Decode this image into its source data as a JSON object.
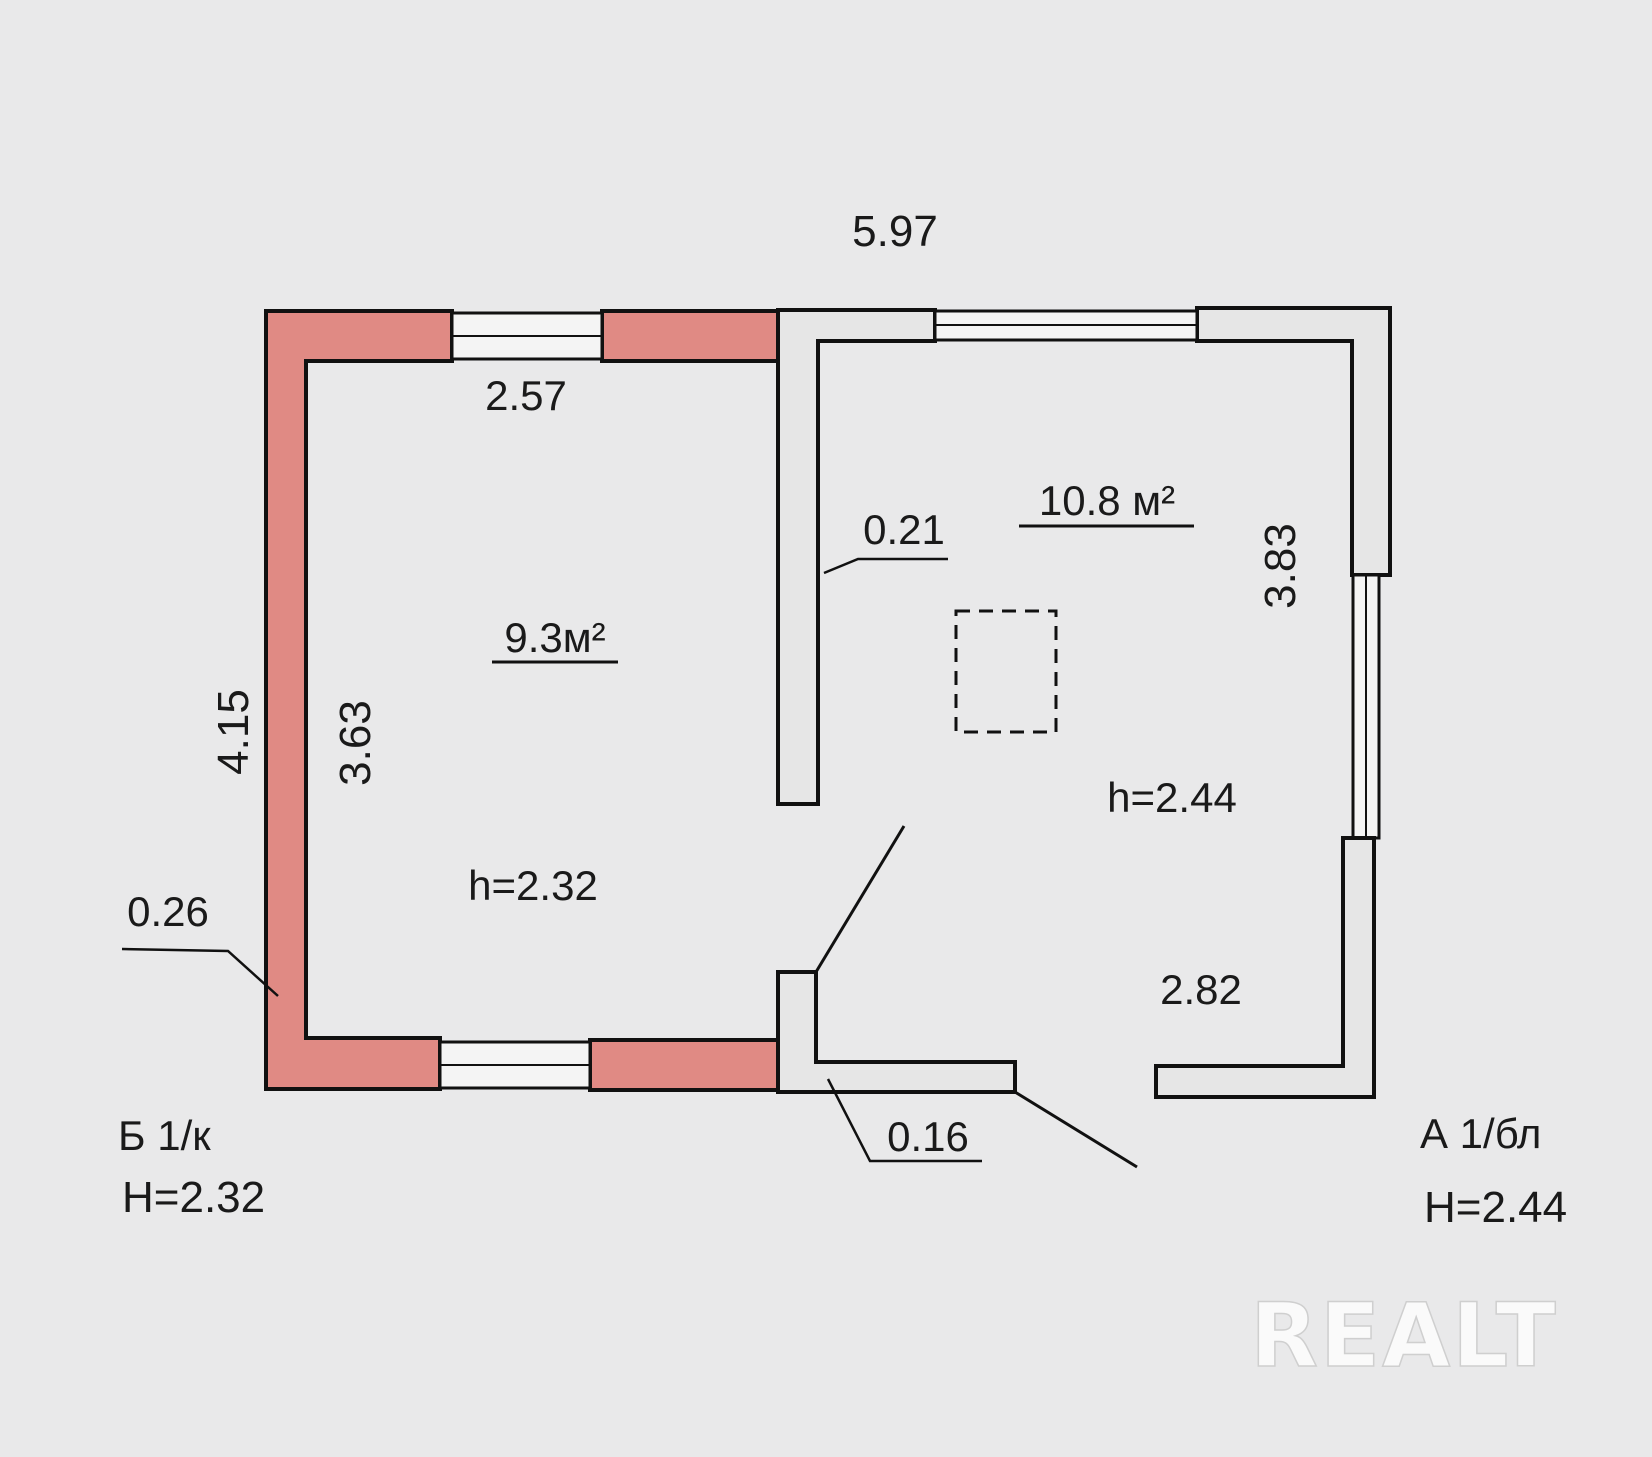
{
  "colors": {
    "background": "#e9e9ea",
    "wall_brick": "#e08a84",
    "wall_block": "#e6e6e6",
    "wall_outline": "#111111",
    "window_fill": "#f4f4f4",
    "watermark": "#ffffff"
  },
  "rooms": [
    {
      "name": "room-left",
      "area": "9.3м²",
      "height": "h=2.32"
    },
    {
      "name": "room-right",
      "area": "10.8 м²",
      "height": "h=2.44"
    }
  ],
  "dimensions": {
    "overall_width": "5.97",
    "left_room_width": "2.57",
    "overall_depth": "4.15",
    "left_room_depth": "3.63",
    "right_room_depth": "3.83",
    "right_room_width": "2.82",
    "outer_wall_thickness": "0.26",
    "partition_thickness": "0.21",
    "inner_wall_thickness": "0.16"
  },
  "buildings": [
    {
      "code": "Б 1/к",
      "height": "H=2.32"
    },
    {
      "code": "А 1/бл",
      "height": "H=2.44"
    }
  ],
  "watermark": "REALT"
}
